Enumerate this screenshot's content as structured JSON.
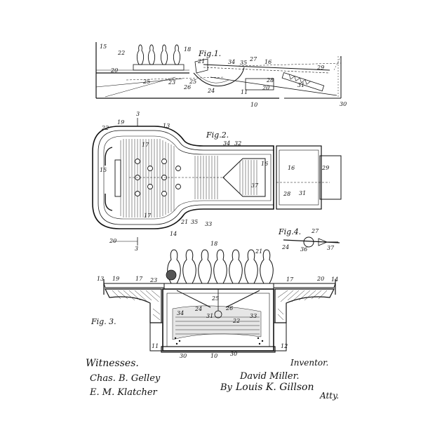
{
  "figures": {
    "fig1": {
      "title": "Fig.1.",
      "labels": [
        "15",
        "22",
        "18",
        "21",
        "27",
        "34",
        "35",
        "16",
        "29",
        "20",
        "25",
        "23",
        "25",
        "26",
        "24",
        "28",
        "20",
        "11",
        "31",
        "10",
        "30"
      ]
    },
    "fig2": {
      "title": "Fig.2.",
      "labels": [
        "3",
        "22",
        "19",
        "13",
        "34",
        "32",
        "17",
        "15",
        "16",
        "29",
        "37",
        "17",
        "16",
        "28",
        "31",
        "14",
        "21",
        "35",
        "33",
        "20",
        "3"
      ]
    },
    "fig3": {
      "title": "Fig. 3.",
      "labels": [
        "18",
        "21",
        "13",
        "19",
        "17",
        "23",
        "20",
        "17",
        "14",
        "34",
        "24",
        "25",
        "26",
        "31",
        "22",
        "33",
        "11",
        "30",
        "10",
        "30",
        "12"
      ]
    },
    "fig4": {
      "title": "Fig.4.",
      "labels": [
        "27",
        "24",
        "36",
        "37"
      ]
    }
  },
  "signatures": {
    "witnesses_heading": "Witnesses.",
    "witness_1": "Chas. B. Gelley",
    "witness_2": "E. M. Klatcher",
    "inventor_heading": "Inventor.",
    "inventor_name": "David Miller.",
    "by_label": "By",
    "attorney": "Louis K. Gillson",
    "atty_abbrev": "Atty."
  }
}
